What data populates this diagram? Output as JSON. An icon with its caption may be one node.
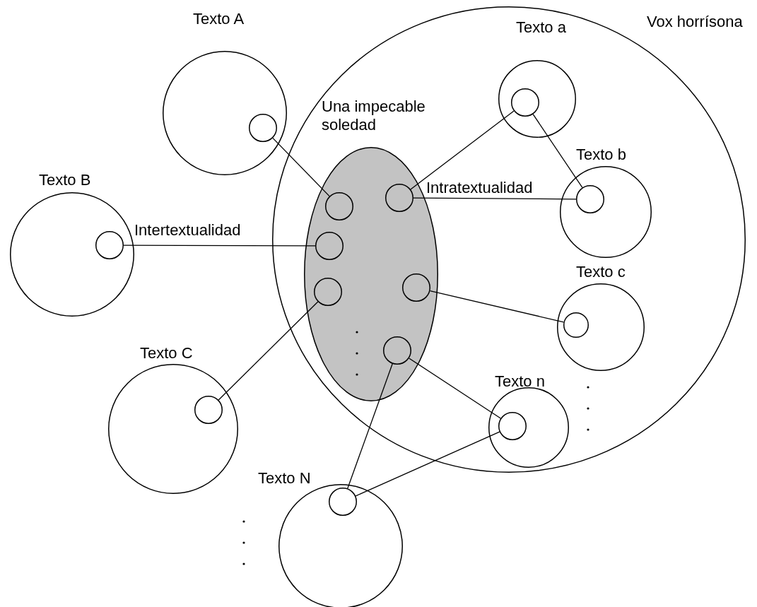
{
  "diagram": {
    "nodes": [
      {
        "text": [
          "Vox horrísona"
        ]
      },
      {
        "text": [
          "Texto A"
        ]
      },
      {
        "text": [],
        "shape": "circle",
        "in": 1
      },
      {
        "text": [
          "Texto a"
        ],
        "in": 0
      },
      {
        "text": [],
        "shape": "circle",
        "in": 3
      },
      {
        "text": [
          "Una impecable soledad"
        ],
        "in": 0
      },
      {
        "text": [],
        "shape": "circle",
        "in": 5
      },
      {
        "text": [],
        "shape": "circle",
        "in": 5
      },
      {
        "text": [],
        "shape": "circle",
        "in": 5
      },
      {
        "text": [],
        "shape": "circle",
        "in": 5
      },
      {
        "text": [],
        "shape": "circle",
        "in": 5
      },
      {
        "text": [],
        "shape": "circle",
        "in": 5
      },
      {
        "text": [
          "Texto b"
        ],
        "in": 0
      },
      {
        "text": [],
        "shape": "circle",
        "in": 12
      },
      {
        "text": [
          "Texto B"
        ]
      },
      {
        "text": [],
        "shape": "circle",
        "in": 14
      },
      {
        "text": [
          "Texto c"
        ],
        "in": 0
      },
      {
        "text": [],
        "shape": "circle",
        "in": 16
      },
      {
        "text": [
          "Texto C"
        ]
      },
      {
        "text": [],
        "shape": "circle",
        "in": 18
      },
      {
        "text": [
          "Texto n"
        ],
        "in": 0
      },
      {
        "text": [],
        "shape": "circle",
        "in": 20
      },
      {
        "text": [
          "Texto N"
        ]
      },
      {
        "text": [],
        "shape": "circle",
        "in": 22
      }
    ],
    "edges": [
      {
        "from": 2,
        "to": 6,
        "arrow": "none"
      },
      {
        "from": 15,
        "to": 8,
        "arrow": "none",
        "label": "Intertextualidad"
      },
      {
        "from": 19,
        "to": 9,
        "arrow": "none"
      },
      {
        "from": 7,
        "to": 4,
        "arrow": "none"
      },
      {
        "from": 7,
        "to": 13,
        "arrow": "none",
        "label": "Intratextualidad"
      },
      {
        "from": 4,
        "to": 13,
        "arrow": "none"
      },
      {
        "from": 10,
        "to": 17,
        "arrow": "none"
      },
      {
        "from": 11,
        "to": 21,
        "arrow": "none"
      },
      {
        "from": 11,
        "to": 23,
        "arrow": "none"
      },
      {
        "from": 21,
        "to": 23,
        "arrow": "none"
      }
    ]
  }
}
